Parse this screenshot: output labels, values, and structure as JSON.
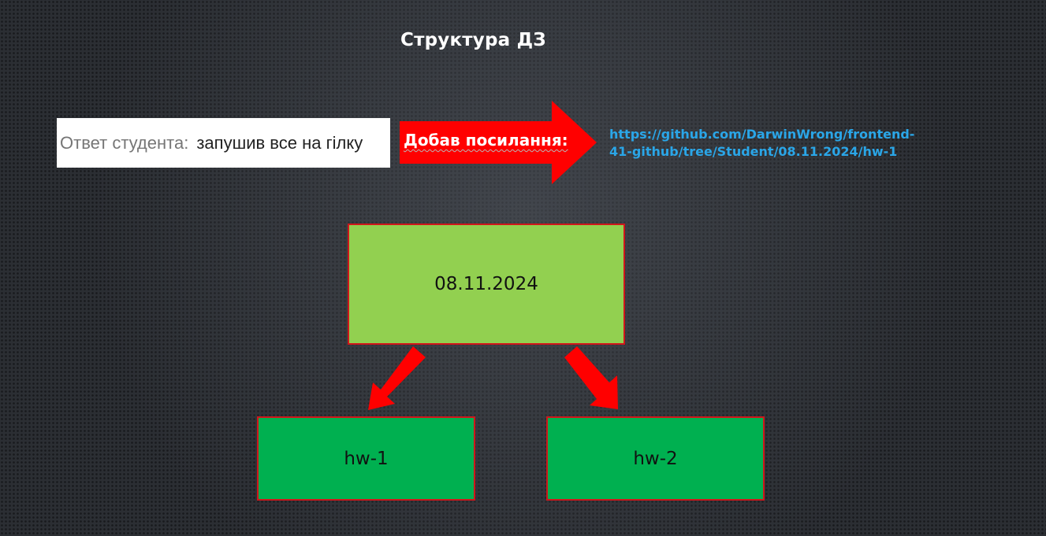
{
  "slide": {
    "title": "Структура ДЗ"
  },
  "student_answer": {
    "label": "Ответ студента:",
    "text": "запушив все на гілку"
  },
  "callout": {
    "label": "Добав посилання:",
    "link_line1": "https://github.com/DarwinWrong/frontend-",
    "link_line2": "41-github/tree/Student/08.11.2024/hw-1"
  },
  "tree": {
    "root": "08.11.2024",
    "children": [
      "hw-1",
      "hw-2"
    ]
  },
  "colors": {
    "background": "#2b2e33",
    "arrow": "#ff0000",
    "root_fill": "#92d050",
    "child_fill": "#00b050",
    "box_border": "#d0161b",
    "link": "#2aa6e8"
  }
}
